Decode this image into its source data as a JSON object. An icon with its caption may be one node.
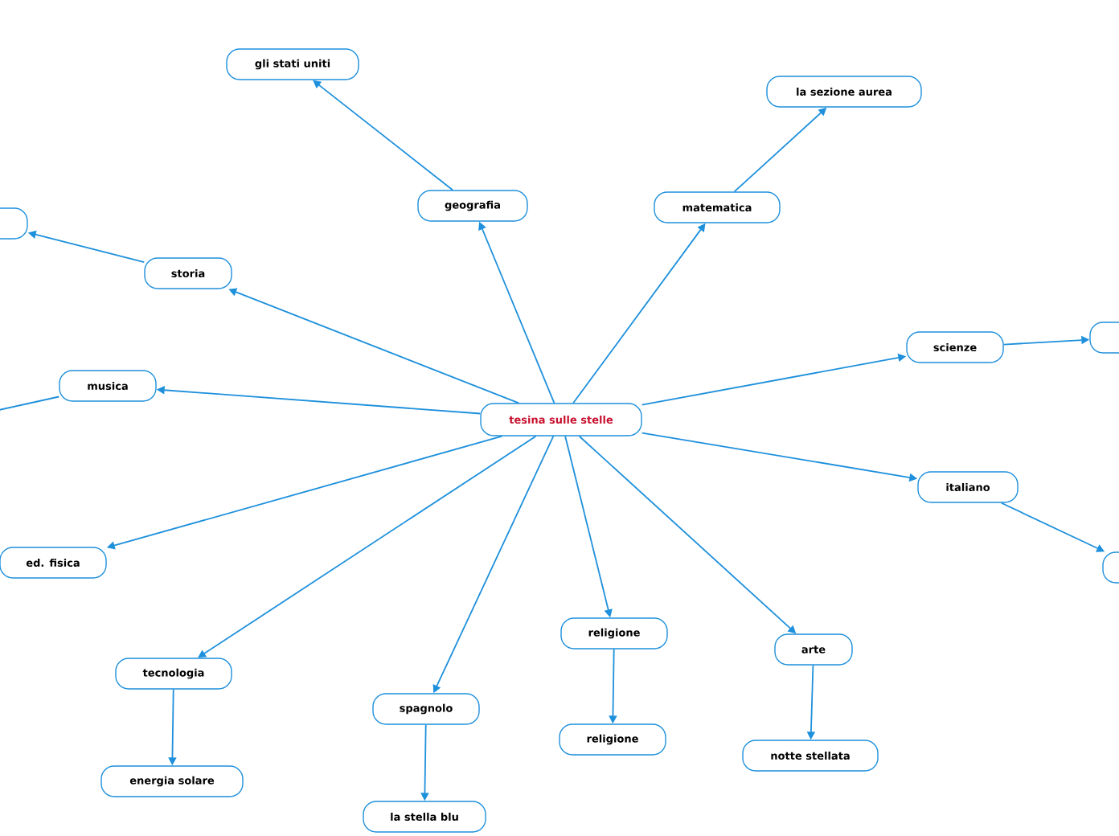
{
  "diagram": {
    "nodes": [
      {
        "text": [
          "tesina sulle stelle"
        ]
      },
      {
        "text": [
          "gli stati uniti"
        ]
      },
      {
        "text": [
          "la sezione aurea"
        ]
      },
      {
        "text": [
          "geografia"
        ]
      },
      {
        "text": [
          "matematica"
        ]
      },
      {
        "text": [],
        "shape": "box"
      },
      {
        "text": [
          "storia"
        ]
      },
      {
        "text": [
          "scienze"
        ]
      },
      {
        "text": [],
        "shape": "box"
      },
      {
        "text": [
          "musica"
        ]
      },
      {
        "text": [
          "italiano"
        ]
      },
      {
        "text": [
          "ed. fisica"
        ]
      },
      {
        "text": [],
        "shape": "box"
      },
      {
        "text": [
          "religione"
        ]
      },
      {
        "text": [
          "arte"
        ]
      },
      {
        "text": [
          "tecnologia"
        ]
      },
      {
        "text": [
          "spagnolo"
        ]
      },
      {
        "text": [
          "religione"
        ]
      },
      {
        "text": [
          "notte stellata"
        ]
      },
      {
        "text": [
          "energia solare"
        ]
      },
      {
        "text": [
          "la stella blu"
        ]
      }
    ],
    "edges": [
      {
        "from": 0,
        "to": 3,
        "arrow": "to"
      },
      {
        "from": 0,
        "to": 4,
        "arrow": "to"
      },
      {
        "from": 0,
        "to": 6,
        "arrow": "to"
      },
      {
        "from": 0,
        "to": 9,
        "arrow": "to"
      },
      {
        "from": 0,
        "to": 7,
        "arrow": "to"
      },
      {
        "from": 0,
        "to": 10,
        "arrow": "to"
      },
      {
        "from": 0,
        "to": 11,
        "arrow": "to"
      },
      {
        "from": 0,
        "to": 15,
        "arrow": "to"
      },
      {
        "from": 0,
        "to": 16,
        "arrow": "to"
      },
      {
        "from": 0,
        "to": 13,
        "arrow": "to"
      },
      {
        "from": 0,
        "to": 14,
        "arrow": "to"
      },
      {
        "from": 3,
        "to": 1,
        "arrow": "to"
      },
      {
        "from": 4,
        "to": 2,
        "arrow": "to"
      },
      {
        "from": 6,
        "to": 5,
        "arrow": "to"
      },
      {
        "from": 7,
        "to": 8,
        "arrow": "to"
      },
      {
        "from": 10,
        "to": 12,
        "arrow": "to"
      },
      {
        "from": 9,
        "to": null,
        "arrow": "none"
      },
      {
        "from": 15,
        "to": 19,
        "arrow": "to"
      },
      {
        "from": 16,
        "to": 20,
        "arrow": "to"
      },
      {
        "from": 13,
        "to": 17,
        "arrow": "to"
      },
      {
        "from": 14,
        "to": 18,
        "arrow": "to"
      }
    ]
  }
}
